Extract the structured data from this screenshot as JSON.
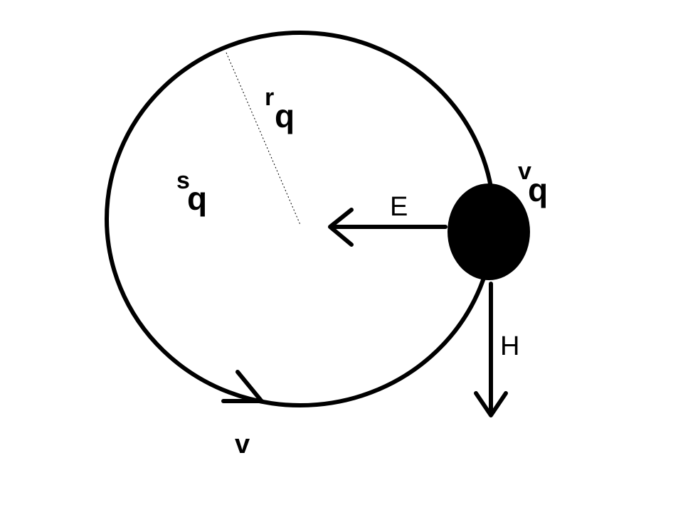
{
  "labels": {
    "radius": {
      "main": "r",
      "sub": "q"
    },
    "area": {
      "main": "s",
      "sub": "q"
    },
    "particle_velocity": {
      "main": "v",
      "sub": "q"
    },
    "electric_field": "E",
    "magnetic_field": "H",
    "orbit_velocity": "v"
  },
  "colors": {
    "stroke": "#000000",
    "background": "#ffffff"
  }
}
